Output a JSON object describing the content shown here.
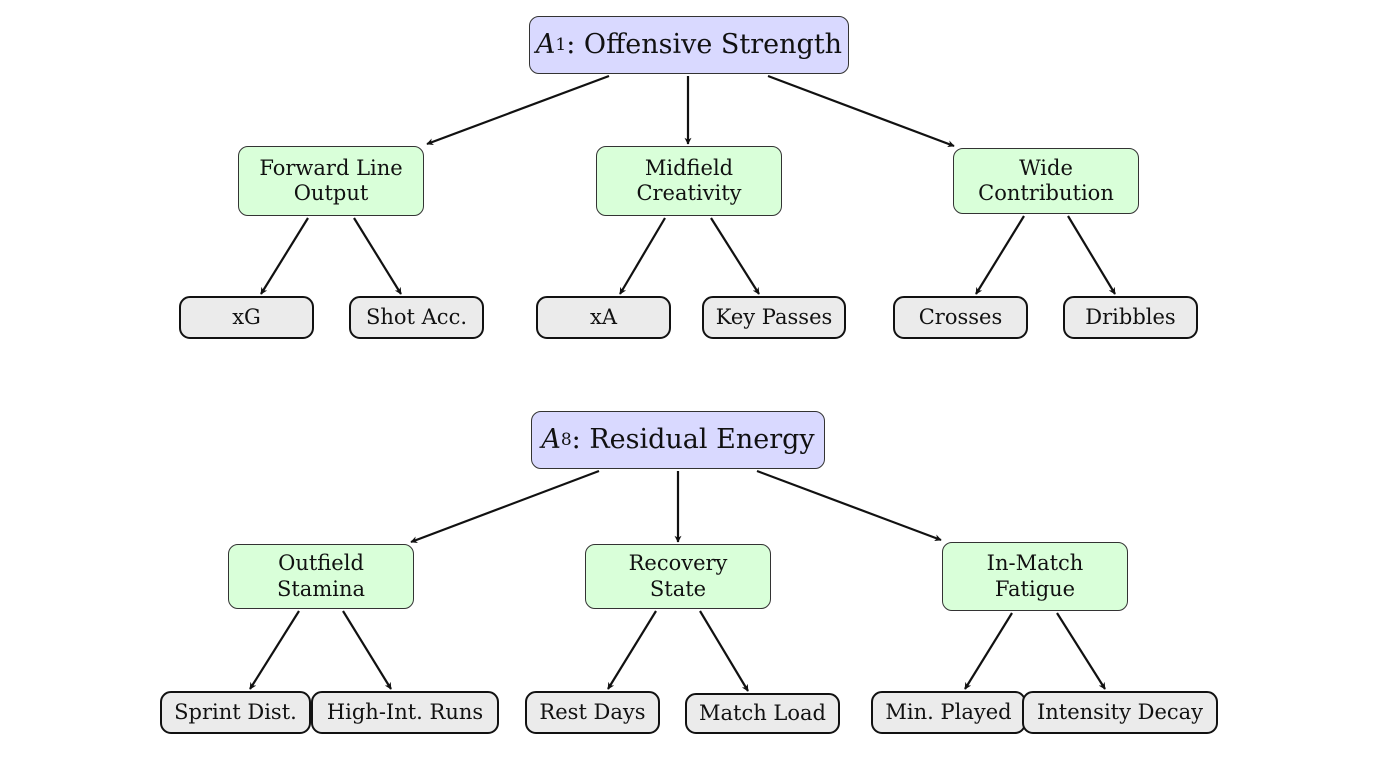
{
  "trees": [
    {
      "root": {
        "var": "A",
        "sub": "1",
        "label": ": Offensive Strength"
      },
      "children": [
        {
          "label": "Forward Line\nOutput",
          "leaves": [
            "xG",
            "Shot Acc."
          ]
        },
        {
          "label": "Midfield\nCreativity",
          "leaves": [
            "xA",
            "Key Passes"
          ]
        },
        {
          "label": "Wide\nContribution",
          "leaves": [
            "Crosses",
            "Dribbles"
          ]
        }
      ]
    },
    {
      "root": {
        "var": "A",
        "sub": "8",
        "label": ": Residual Energy"
      },
      "children": [
        {
          "label": "Outfield\nStamina",
          "leaves": [
            "Sprint Dist.",
            "High-Int. Runs"
          ]
        },
        {
          "label": "Recovery\nState",
          "leaves": [
            "Rest Days",
            "Match Load"
          ]
        },
        {
          "label": "In-Match\nFatigue",
          "leaves": [
            "Min. Played",
            "Intensity Decay"
          ]
        }
      ]
    }
  ]
}
